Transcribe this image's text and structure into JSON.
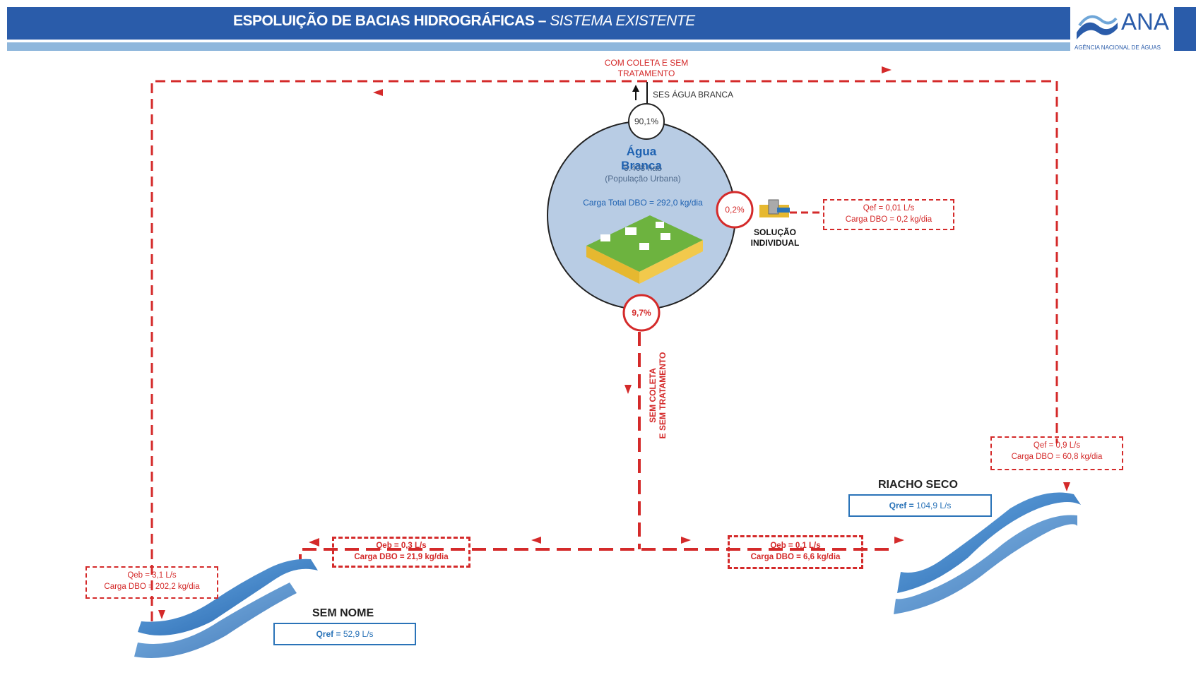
{
  "header": {
    "title_bold": "ESPOLUIÇÃO DE BACIAS HIDROGRÁFICAS – ",
    "title_italic": "SISTEMA EXISTENTE",
    "logo_text": "ANA",
    "logo_subtitle": "AGÊNCIA NACIONAL DE ÁGUAS"
  },
  "city": {
    "name": "Água Branca",
    "population": "5.408 hab",
    "population_note": "(População Urbana)",
    "load": "Carga Total DBO = 292,0 kg/dia"
  },
  "top_flow": {
    "label_line1": "COM COLETA E SEM",
    "label_line2": "TRATAMENTO",
    "ses_label": "SES ÁGUA BRANCA",
    "percent": "90,1%"
  },
  "individual_solution": {
    "percent": "0,2%",
    "label_line1": "SOLUÇÃO",
    "label_line2": "INDIVIDUAL",
    "qef": "Qef = 0,01 L/s",
    "load": "Carga DBO = 0,2 kg/dia"
  },
  "bottom_flow": {
    "percent": "9,7%",
    "label_line1": "SEM COLETA",
    "label_line2": "E SEM TRATAMENTO"
  },
  "left_branch": {
    "qeb": "Qeb = 0,3 L/s",
    "load": "Carga DBO = 21,9 kg/dia"
  },
  "right_branch": {
    "qeb": "Qeb = 0,1 L/s",
    "load": "Carga DBO = 6,6 kg/dia"
  },
  "left_discharge": {
    "qeb": "Qeb = 3,1 L/s",
    "load": "Carga DBO = 202,2 kg/dia"
  },
  "right_discharge": {
    "qef": "Qef = 0,9 L/s",
    "load": "Carga DBO = 60,8 kg/dia"
  },
  "rivers": [
    {
      "name": "SEM NOME",
      "qref_label": "Qref =",
      "qref_value": "52,9 L/s"
    },
    {
      "name": "RIACHO SECO",
      "qref_label": "Qref =",
      "qref_value": "104,9 L/s"
    }
  ],
  "colors": {
    "header_blue": "#2a5caa",
    "flow_red": "#d42a2a",
    "river_blue": "#2a73b8",
    "city_fill": "#b8cce4"
  }
}
